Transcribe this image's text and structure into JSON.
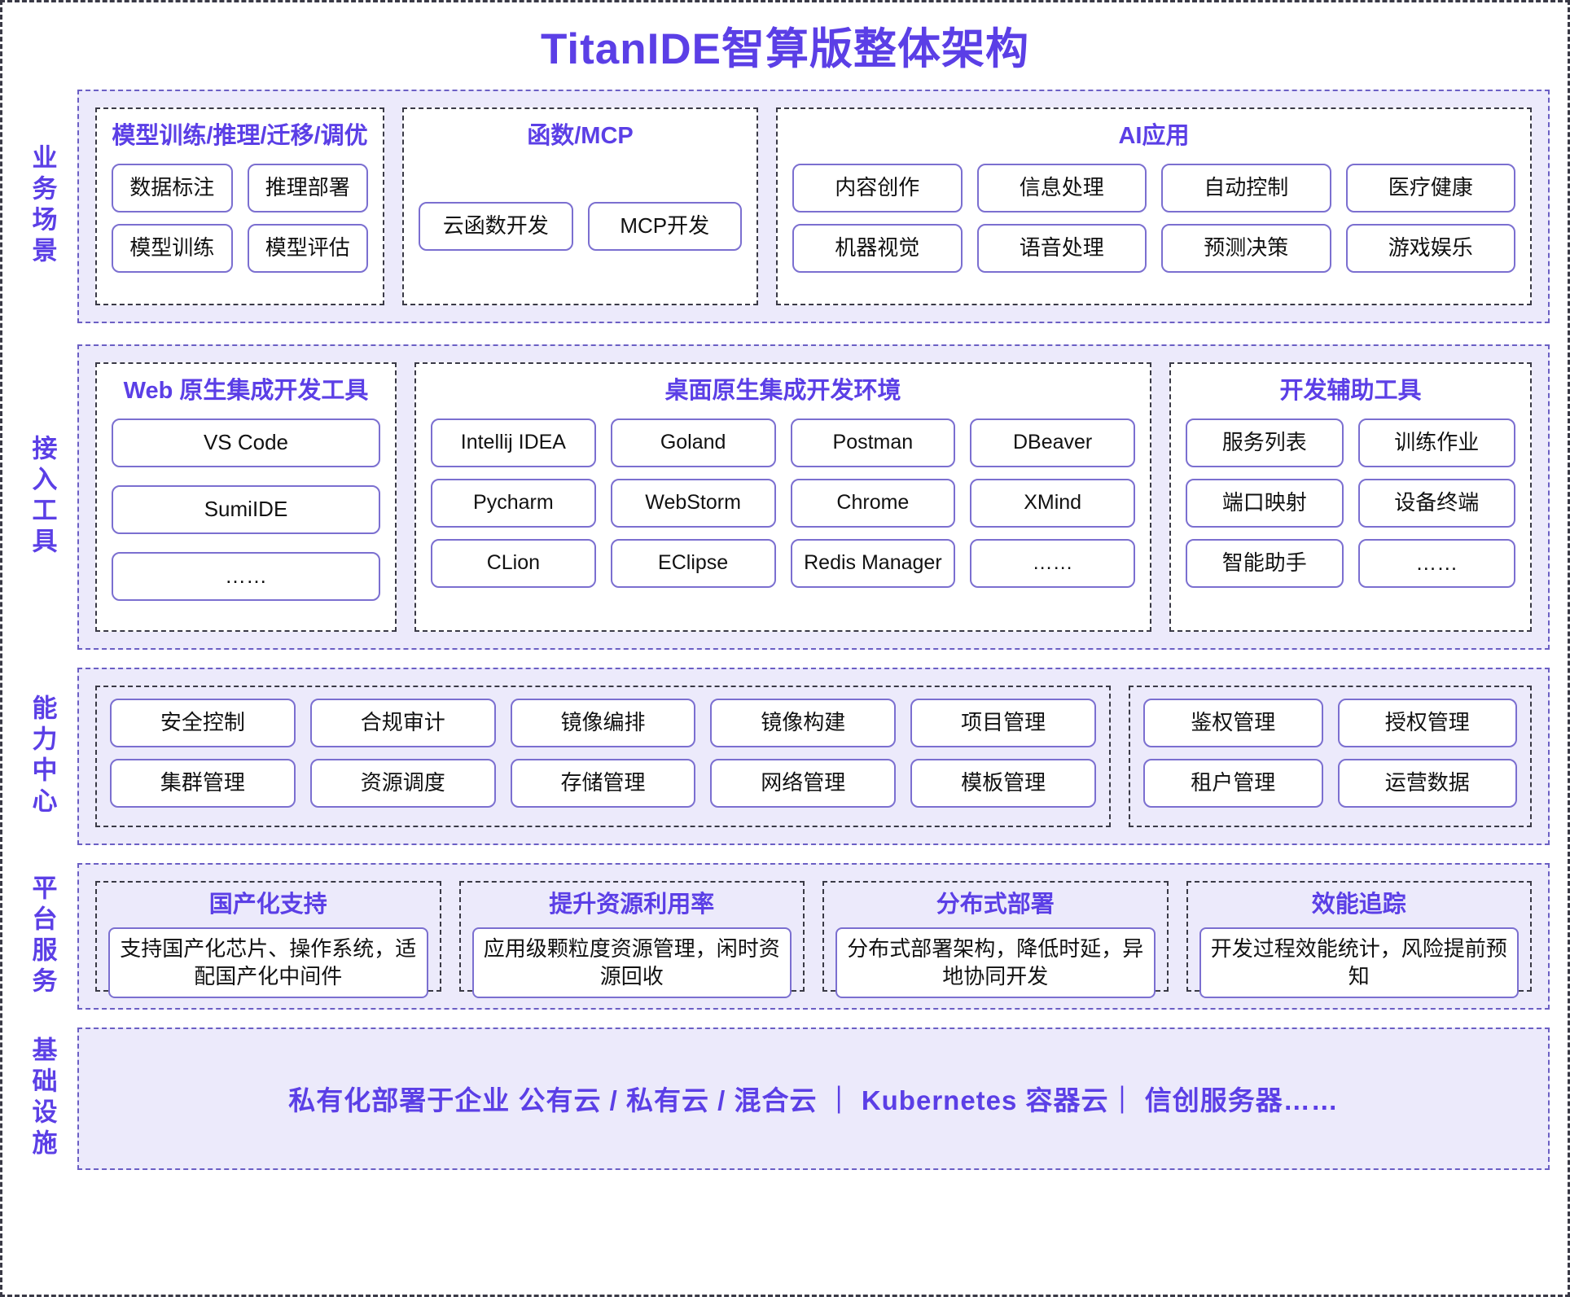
{
  "title": "TitanIDE智算版整体架构",
  "colors": {
    "accent": "#5B3FE6",
    "band_bg": "#ECEAFB",
    "chip_border": "#7B6FD0"
  },
  "rails": [
    {
      "label": "业务场景"
    },
    {
      "label": "接入工具"
    },
    {
      "label": "能力中心"
    },
    {
      "label": "平台服务"
    },
    {
      "label": "基础设施"
    }
  ],
  "business": {
    "model": {
      "title": "模型训练/推理/迁移/调优",
      "chips": [
        "数据标注",
        "推理部署",
        "模型训练",
        "模型评估"
      ]
    },
    "function": {
      "title": "函数/MCP",
      "chips": [
        "云函数开发",
        "MCP开发"
      ]
    },
    "ai": {
      "title": "AI应用",
      "chips": [
        "内容创作",
        "信息处理",
        "自动控制",
        "医疗健康",
        "机器视觉",
        "语音处理",
        "预测决策",
        "游戏娱乐"
      ]
    }
  },
  "access": {
    "web": {
      "title": "Web 原生集成开发工具",
      "chips": [
        "VS Code",
        "SumiIDE",
        "……"
      ]
    },
    "desktop": {
      "title": "桌面原生集成开发环境",
      "chips": [
        "Intellij IDEA",
        "Goland",
        "Postman",
        "DBeaver",
        "Pycharm",
        "WebStorm",
        "Chrome",
        "XMind",
        "CLion",
        "EClipse",
        "Redis Manager",
        "……"
      ]
    },
    "assist": {
      "title": "开发辅助工具",
      "chips": [
        "服务列表",
        "训练作业",
        "端口映射",
        "设备终端",
        "智能助手",
        "……"
      ]
    }
  },
  "capability": {
    "left": {
      "chips": [
        "安全控制",
        "合规审计",
        "镜像编排",
        "镜像构建",
        "项目管理",
        "集群管理",
        "资源调度",
        "存储管理",
        "网络管理",
        "模板管理"
      ]
    },
    "right": {
      "chips": [
        "鉴权管理",
        "授权管理",
        "租户管理",
        "运营数据"
      ]
    }
  },
  "platform": {
    "cards": [
      {
        "title": "国产化支持",
        "desc": "支持国产化芯片、操作系统，适配国产化中间件"
      },
      {
        "title": "提升资源利用率",
        "desc": "应用级颗粒度资源管理，闲时资源回收"
      },
      {
        "title": "分布式部署",
        "desc": "分布式部署架构，降低时延，异地协同开发"
      },
      {
        "title": "效能追踪",
        "desc": "开发过程效能统计，风险提前预知"
      }
    ]
  },
  "infrastructure": {
    "text": "私有化部署于企业 公有云 / 私有云 / 混合云 ｜ Kubernetes 容器云｜ 信创服务器……"
  }
}
